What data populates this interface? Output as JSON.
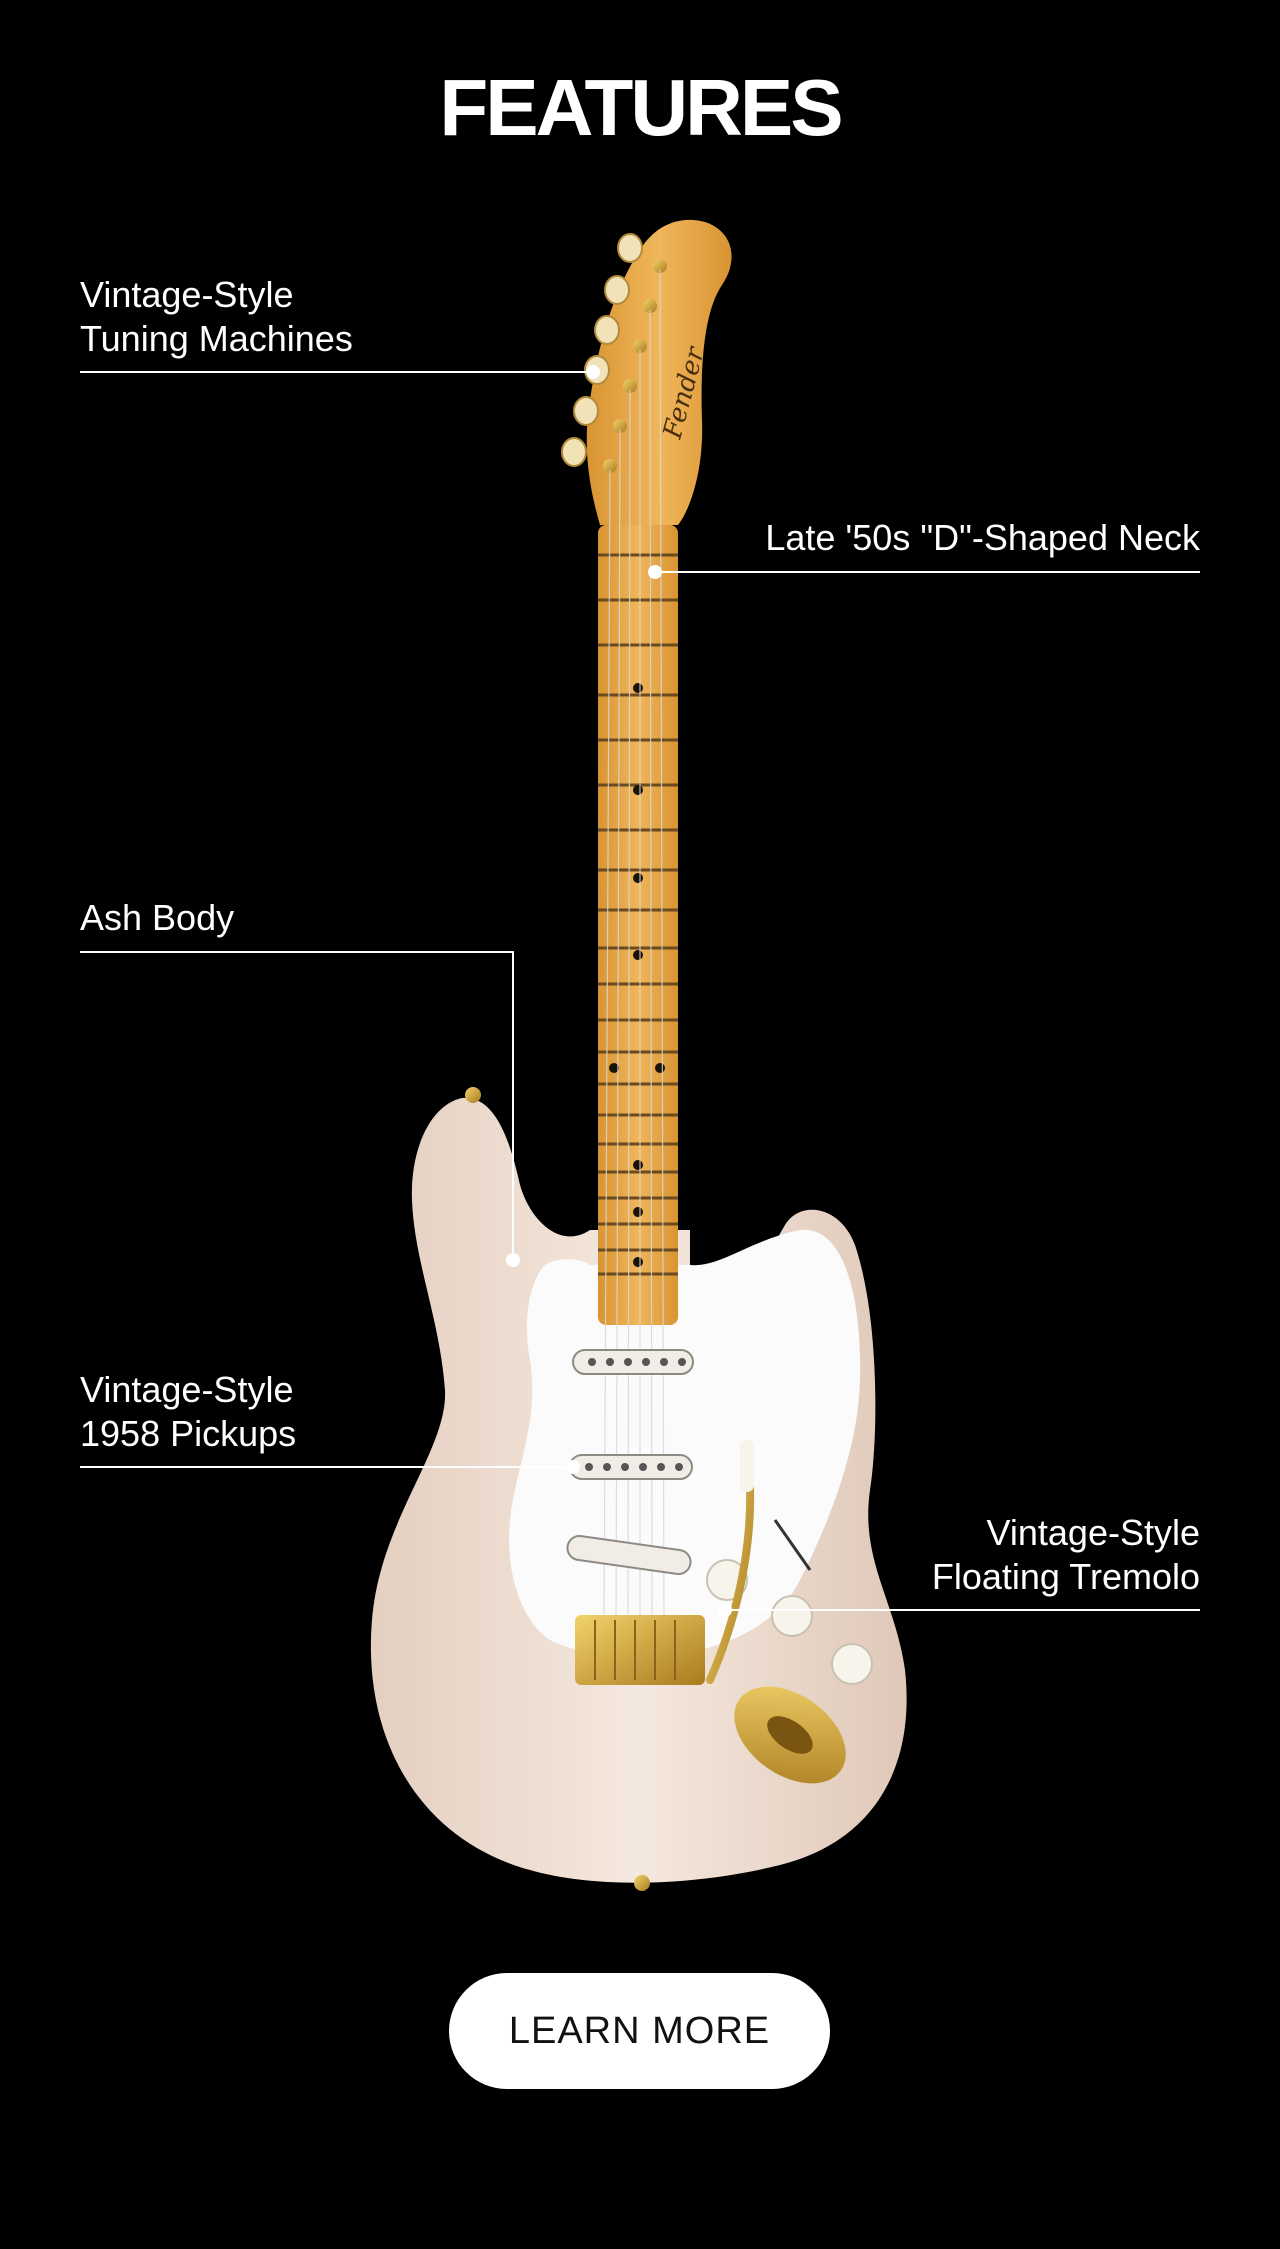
{
  "page": {
    "title": "FEATURES"
  },
  "callouts": [
    {
      "id": "tuning-machines",
      "label": "Vintage-Style\nTuning Machines"
    },
    {
      "id": "neck",
      "label": "Late '50s \"D\"-Shaped Neck"
    },
    {
      "id": "body",
      "label": "Ash Body"
    },
    {
      "id": "pickups",
      "label": "Vintage-Style\n1958 Pickups"
    },
    {
      "id": "tremolo",
      "label": "Vintage-Style\nFloating Tremolo"
    }
  ],
  "cta": {
    "label": "LEARN MORE"
  },
  "colors": {
    "background": "#000000",
    "text": "#ffffff",
    "body_finish": "#f1e2d8",
    "neck_maple": "#e9a94c",
    "pickguard": "#ffffff",
    "hardware_gold": "#d3a838"
  },
  "icons": [
    "guitar-illustration"
  ]
}
